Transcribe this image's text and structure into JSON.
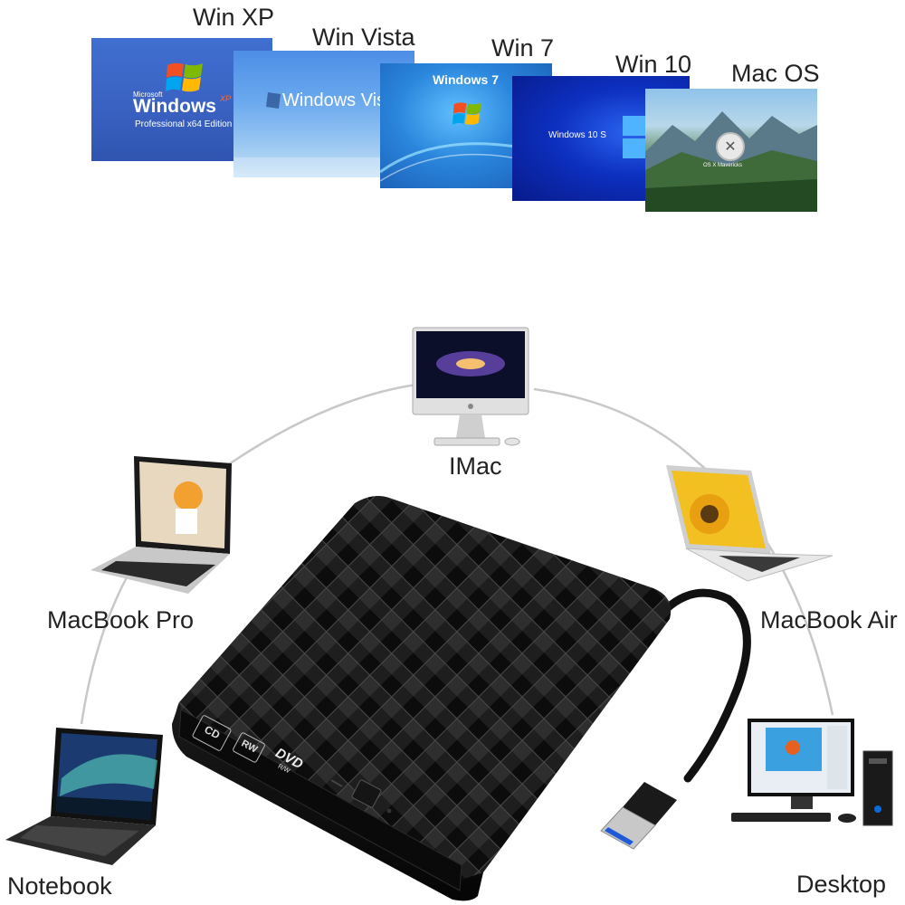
{
  "os_strip": [
    {
      "label": "Win XP",
      "screen_text_1": "Microsoft",
      "screen_text_2": "Windows",
      "screen_text_3": "XP",
      "screen_text_4": "Professional x64 Edition"
    },
    {
      "label": "Win Vista",
      "screen_text_1": "Windows Vista"
    },
    {
      "label": "Win 7",
      "screen_text_1": "Windows 7"
    },
    {
      "label": "Win 10",
      "screen_text_1": "Windows 10 S"
    },
    {
      "label": "Mac OS",
      "screen_text_1": "OS X Mavericks"
    }
  ],
  "devices": {
    "imac": "IMac",
    "macbook_pro": "MacBook Pro",
    "macbook_air": "MacBook Air",
    "notebook": "Notebook",
    "desktop": "Desktop"
  },
  "drive": {
    "logo_cd": "CD",
    "logo_rw": "RW",
    "logo_dvd": "DVD",
    "logo_dvd_sub": "R/W"
  },
  "colors": {
    "xp_blue": "#3c6ac8",
    "vista_blue": "#5a9ae0",
    "win7_blue": "#2a7fd8",
    "win10_blue": "#0a28b8",
    "drive_black": "#141414"
  }
}
